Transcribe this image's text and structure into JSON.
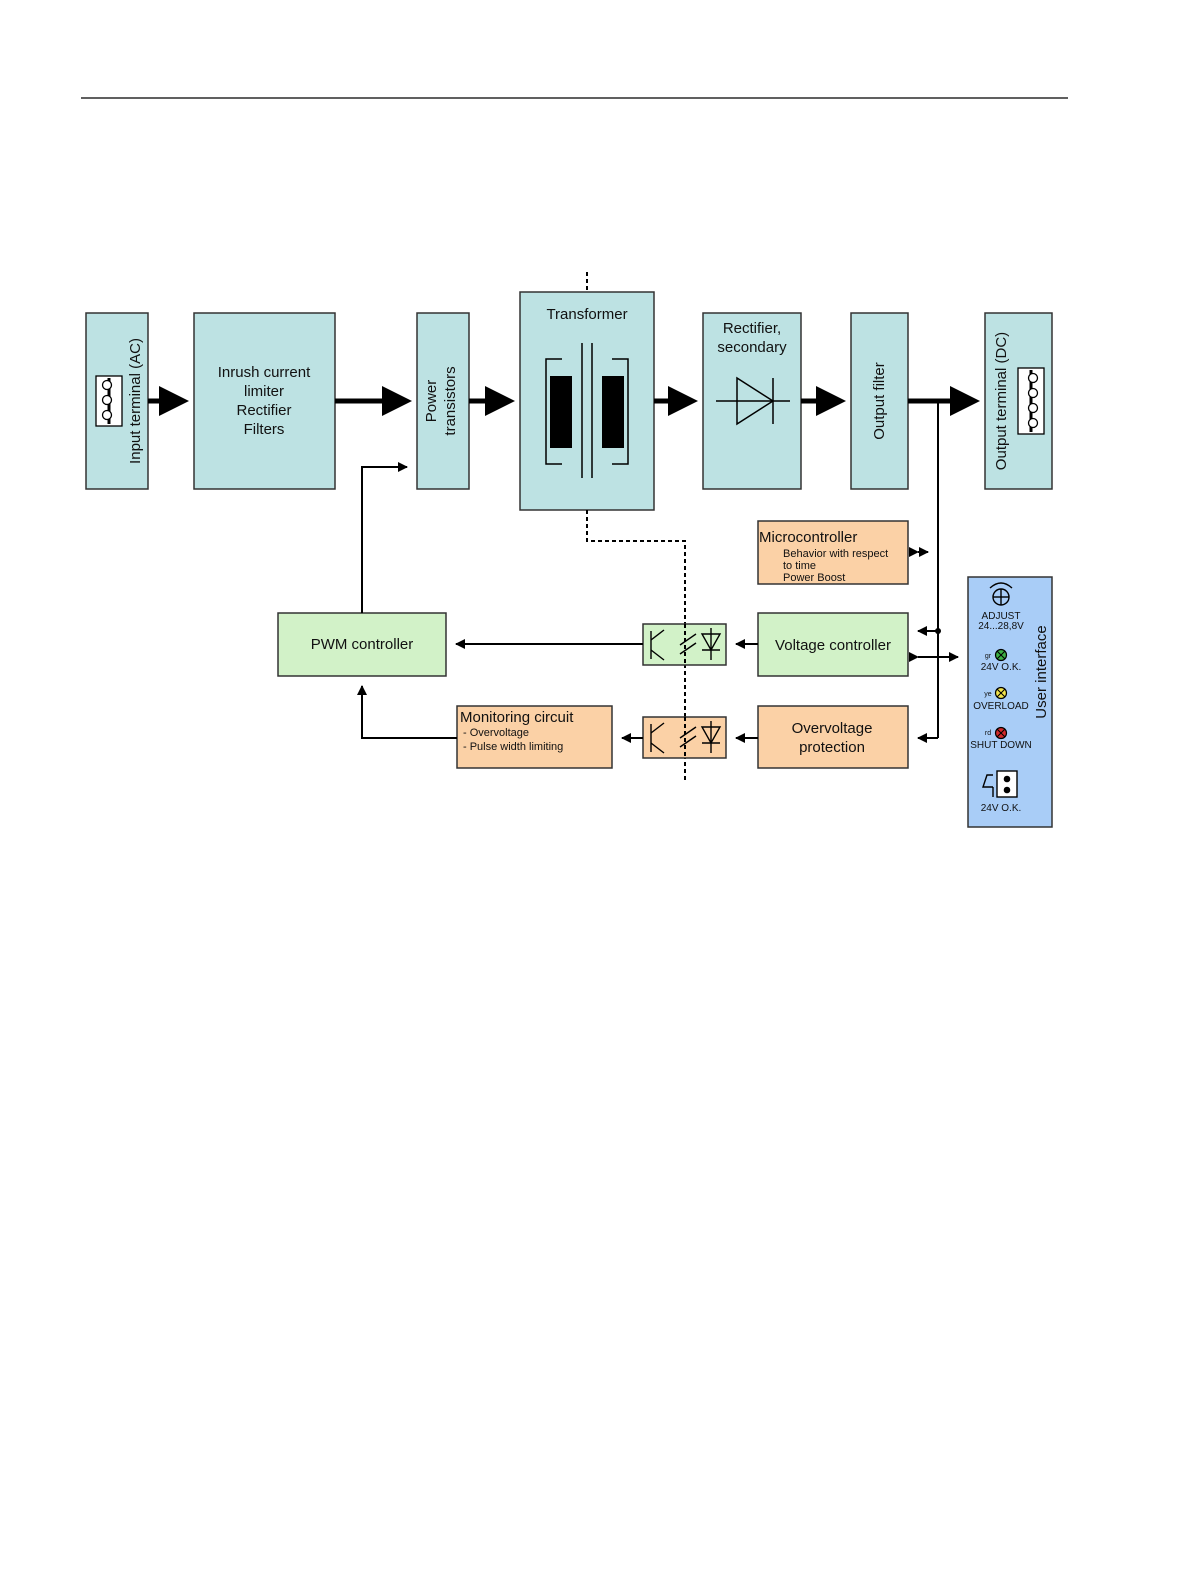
{
  "blocks": {
    "input_terminal": "Input terminal (AC)",
    "inrush": [
      "Inrush current",
      "limiter",
      "Rectifier",
      "Filters"
    ],
    "power_transistors": [
      "Power",
      "transistors"
    ],
    "transformer": "Transformer",
    "rectifier": [
      "Rectifier,",
      "secondary"
    ],
    "output_filter": "Output filter",
    "output_terminal": "Output terminal (DC)",
    "microcontroller": {
      "title": "Microcontroller",
      "lines": [
        "Behavior with respect",
        "to time",
        "Power Boost"
      ]
    },
    "pwm": "PWM controller",
    "voltage_controller": "Voltage controller",
    "monitoring": {
      "title": "Monitoring circuit",
      "lines": [
        "- Overvoltage",
        "- Pulse width limiting"
      ]
    },
    "overvoltage": [
      "Overvoltage",
      "protection"
    ]
  },
  "user_interface": {
    "title": "User interface",
    "adjust": [
      "ADJUST",
      "24...28,8V"
    ],
    "leds": [
      {
        "code": "gr",
        "label": "24V O.K.",
        "color": "#3cb043"
      },
      {
        "code": "ye",
        "label": "OVERLOAD",
        "color": "#f2e34a"
      },
      {
        "code": "rd",
        "label": "SHUT DOWN",
        "color": "#d42a2a"
      }
    ],
    "relay": "24V O.K."
  },
  "colors": {
    "cyan_block": "#bde2e3",
    "orange_block": "#fbd1a6",
    "green_block": "#d2f2c8",
    "ui_panel": "#a9cdf7"
  }
}
